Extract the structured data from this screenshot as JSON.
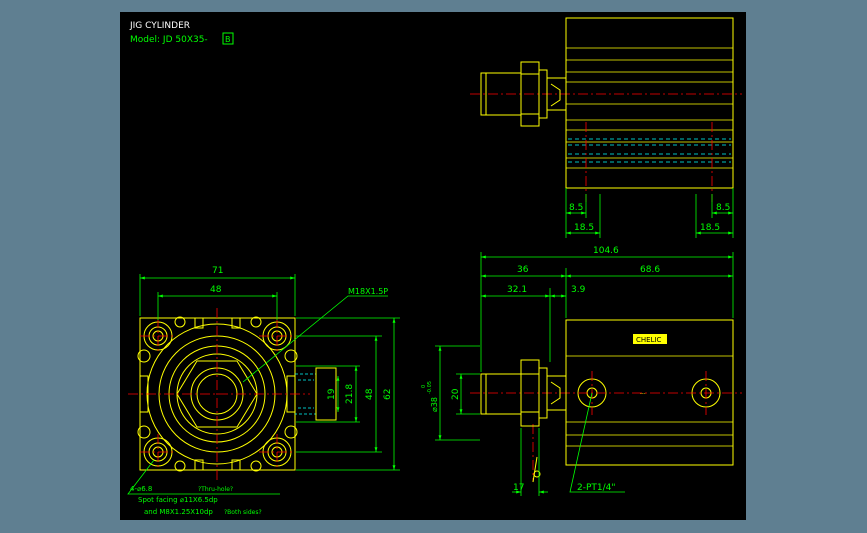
{
  "title_block": {
    "title": "JIG CYLINDER",
    "model_label": "Model: JD 50X35-",
    "model_suffix": "B"
  },
  "colors": {
    "background": "#000000",
    "frame": "#5f7f91",
    "outline": "#ffff00",
    "dimension": "#00ff00",
    "centerline": "#ff0000",
    "hidden": "#00ffff",
    "title_text": "#ffffff",
    "model_text": "#00ff00"
  },
  "dimensions": {
    "overall_length": "104.6",
    "front_length": "36",
    "body_length": "68.6",
    "rod_length": "32.1",
    "rod_offset": "3.9",
    "port_left_a": "8.5",
    "port_left_b": "18.5",
    "port_right_a": "8.5",
    "port_right_b": "18.5",
    "front_width": "71",
    "front_hole_pitch": "48",
    "rod_thread": "M18X1.5P",
    "side_a": "19",
    "side_b": "21.8",
    "side_c": "48",
    "side_d": "62",
    "rod_diameter": "20",
    "bore_label": "⌀38",
    "bore_tol_upper": "0",
    "bore_tol_lower": "-0.05",
    "wrench_flat": "17"
  },
  "notes": {
    "holes": "4-⌀6.8",
    "holes_q": "?Thru-hole?",
    "spot": "Spot facing  ⌀11X6.5dp",
    "thread": "and M8X1.25X10dp",
    "thread_q": "?Both sides?",
    "ports": "2-PT1/4\""
  },
  "nameplate": {
    "text": "CHELIC"
  }
}
